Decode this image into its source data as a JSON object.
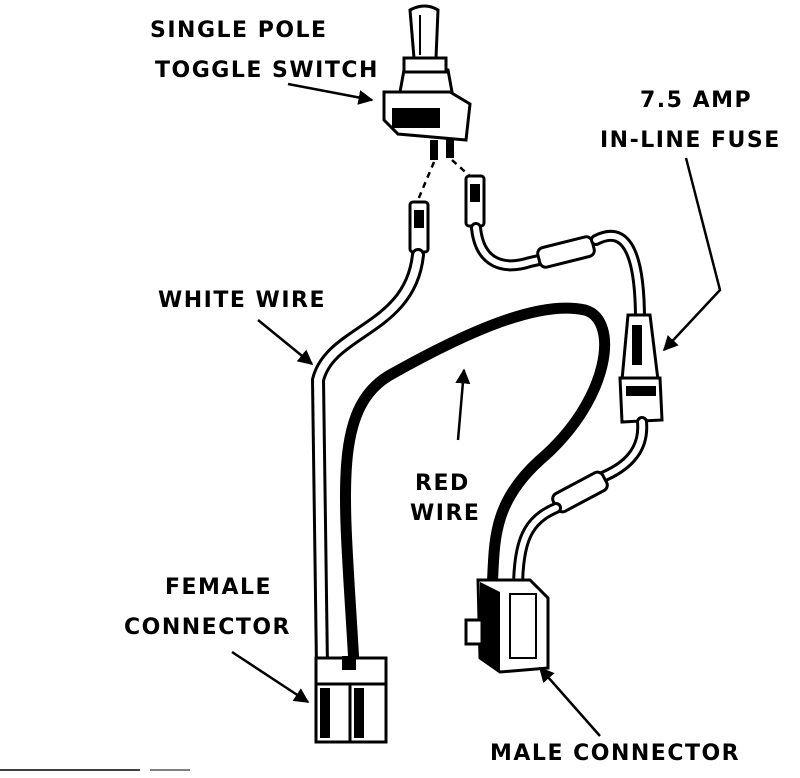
{
  "labels": {
    "switch": [
      "SINGLE POLE",
      "TOGGLE SWITCH"
    ],
    "fuse": [
      "7.5 AMP",
      "IN-LINE FUSE"
    ],
    "white_wire": "WHITE WIRE",
    "red_wire": [
      "RED",
      "WIRE"
    ],
    "female_connector": [
      "FEMALE",
      "CONNECTOR"
    ],
    "male_connector": "MALE CONNECTOR"
  }
}
